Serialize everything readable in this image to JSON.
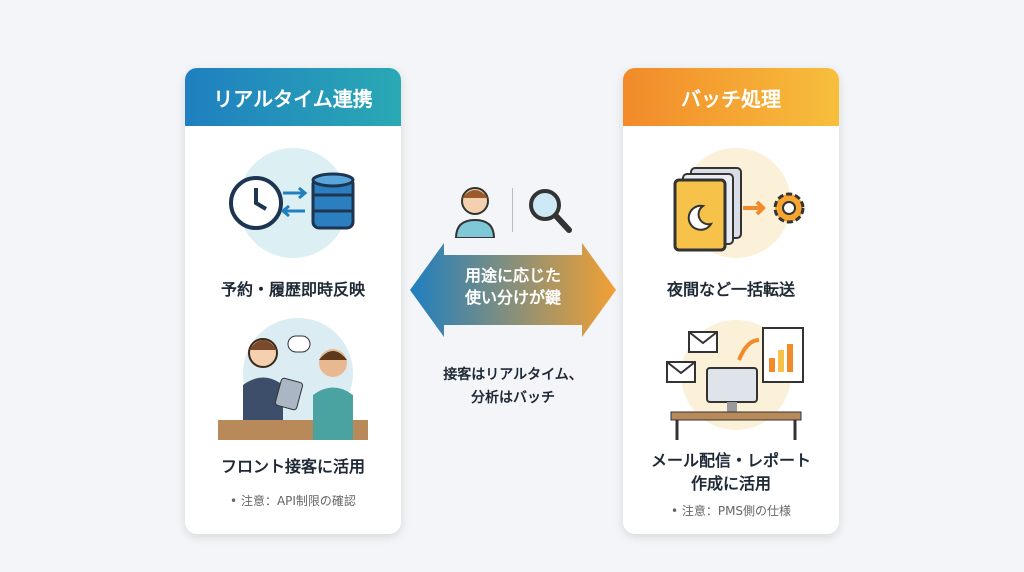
{
  "left": {
    "title": "リアルタイム連携",
    "label1": "予約・履歴即時反映",
    "label2": "フロント接客に活用",
    "note": "• 注意：API制限の確認"
  },
  "right": {
    "title": "バッチ処理",
    "label1": "夜間など一括転送",
    "label2a": "メール配信・レポート",
    "label2b": "作成に活用",
    "note": "• 注意：PMS側の仕様"
  },
  "center": {
    "arrow_line1": "用途に応じた",
    "arrow_line2": "使い分けが鍵",
    "caption_line1": "接客はリアルタイム、",
    "caption_line2": "分析はバッチ"
  },
  "colors": {
    "realtime": "#1f7fc0",
    "batch": "#f28a2a"
  }
}
